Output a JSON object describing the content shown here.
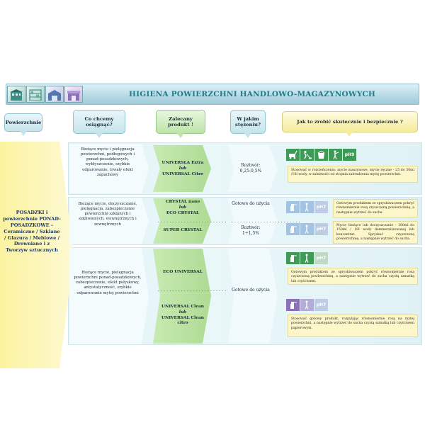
{
  "banner": {
    "title": "HIGIENA POWIERZCHNI HANDLOWO-MAGAZYNOWYCH",
    "icons": [
      "building-icon",
      "shelves-icon",
      "warehouse-icon",
      "store-icon"
    ]
  },
  "headers": {
    "surfaces": "Powierzchnie",
    "goal": "Co chcemy osiągnąć?",
    "product": "Zalecany produkt !",
    "concentration": "W jakim stężeniu?",
    "howto": "Jak to zrobić skutecznie i bezpiecznie ?"
  },
  "surfaces_text": "POSADZKI i powierzchnie PONAD-POSADZKOWE – Ceramiczne / Szklane / Glazura / Meblowe / Drewniane i z Tworzyw sztucznych",
  "rows": [
    {
      "goal": "Bieżące mycie i pielęgnacja powierzchni, podłogowych i ponad-posadzkowych, wybłyszczenie, szybkie odparowanie, trwały efekt zapachowy",
      "product_a": "UNIVERSLA Extra",
      "product_sep": "lub",
      "product_b": "UNIVERSAL Citro",
      "conc_label": "Roztwór:",
      "conc_value": "0,25-0,5%",
      "badge": "pH9",
      "note": "Stosować w rozcieńczeniu: mycie maszynowe, mycie ręczne - 25 do 50ml /10l wody, w zależności od stopnia zabrudzenia mytej powierzchni."
    },
    {
      "goal": "Bieżące mycie, doczyszczanie, pielęgnacja, zabezpieczenie powierzchni szklanych i szkliwionych, wewnętrznych i zewnętrznych",
      "product_a": "CRYSTAL nano",
      "product_sep": "lub",
      "product_b": "ECO CRYSTAL",
      "product_c": "SUPER CRYSTAL",
      "conc_a": "Gotowe do użycia",
      "conc_label": "Roztwór:",
      "conc_value": "1÷1,5%",
      "badge": "pH7",
      "note_a": "Gotowym produktem ze spryskiwaczem pokryć równomiernie rosą czyszczoną powierzchnię, a następnie wytrzeć do sucha",
      "note_b": "Mycie bieżące lub doczyszczanie - 100ml do 150ml / 10l wody demineralizowanej lub koncentrat. Spryskać czyszczoną powierzchnię, a następnie wytrzeć do sucha."
    },
    {
      "goal": "Bieżące mycie, pielęgnacja powierzchni ponad-posadzkowych, zabezpieczenie, efekt połyskowy, antystatyczność, szybkie odparowanie mytej powierzchni",
      "product_a": "ECO UNIVERSAL",
      "product_b": "UNIVERSAL Clean",
      "product_sep": "lub",
      "product_c": "UNIVERSAL Clean citro",
      "conc": "Gotowe do użycia",
      "badge": "pH7",
      "note_a": "Gotowym produktem ze spryskiwaczem pokryć równomiernie rosą czyszczoną powierzchnię, a następnie wytrzeć do sucha czystą szmatką lub czyściwem.",
      "note_b": "Stosować gotowy produkt, rozpylając równomiernie rosą na mytej powierzchni, a następnie wytrzeć do sucha czystą szmatką lub czyściwem papierowym."
    }
  ],
  "dots": "........................",
  "colors": {
    "title": "#1f7d8c",
    "surface_band": "#fbf6b4",
    "product_band": "#bde6a5",
    "icon_green": "#3f9a58",
    "icon_purple": "#8b72b8",
    "note_bg": "#fdf6c9"
  }
}
